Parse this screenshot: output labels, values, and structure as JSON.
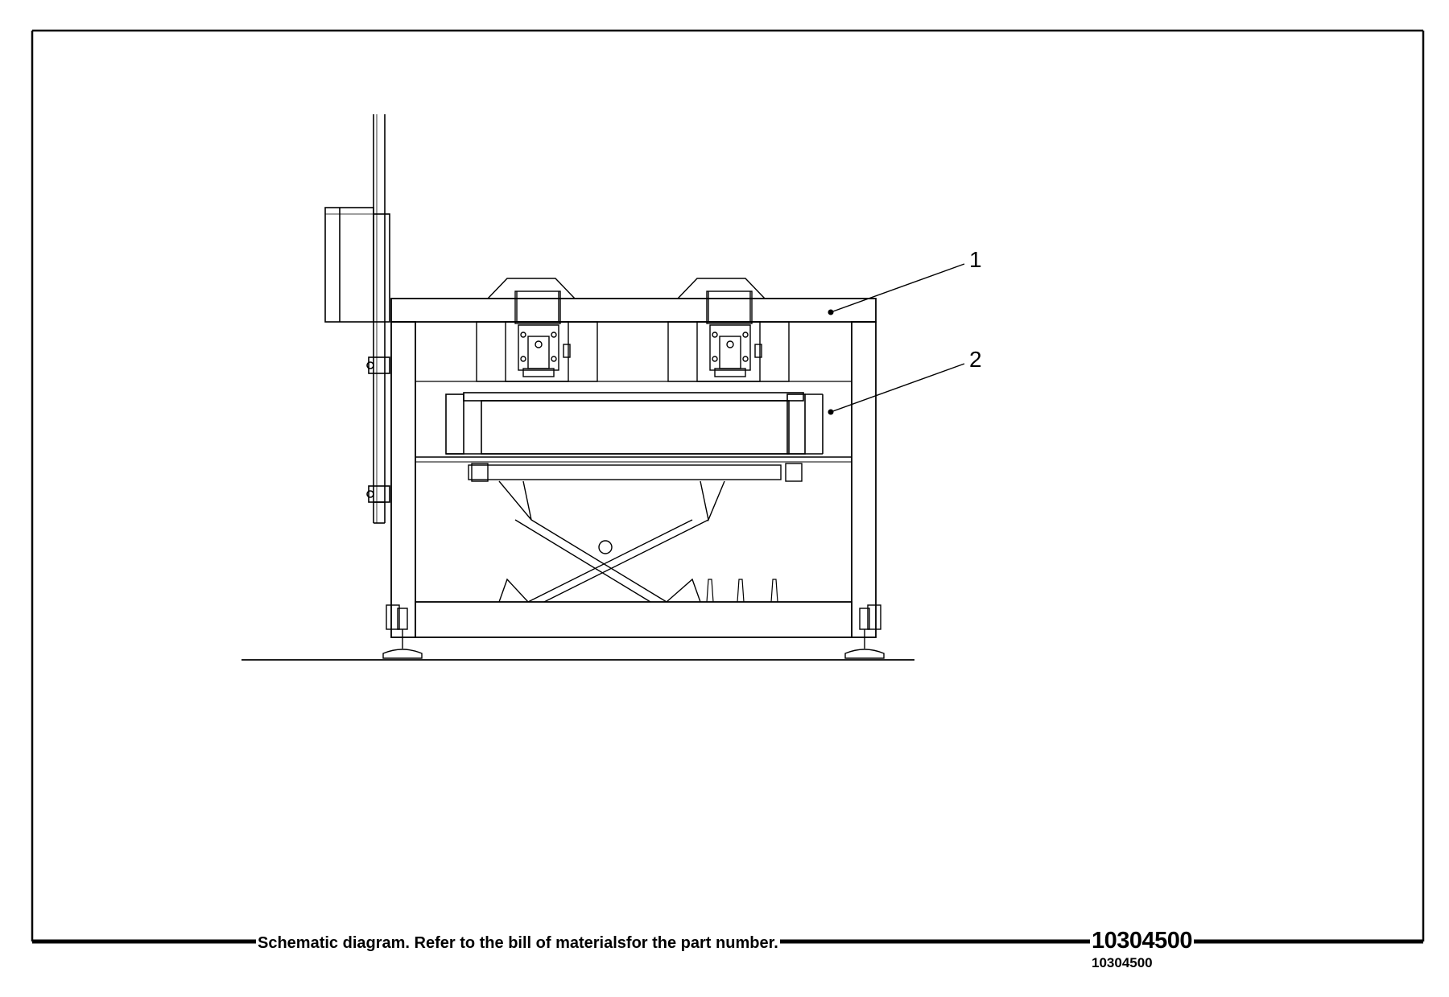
{
  "callouts": [
    {
      "label": "1"
    },
    {
      "label": "2"
    }
  ],
  "footer": {
    "caption": "Schematic diagram. Refer to the bill of materialsfor the part number.",
    "drawing_number": "10304500",
    "drawing_number_small": "10304500"
  },
  "colors": {
    "line": "#000000",
    "background": "#ffffff"
  }
}
